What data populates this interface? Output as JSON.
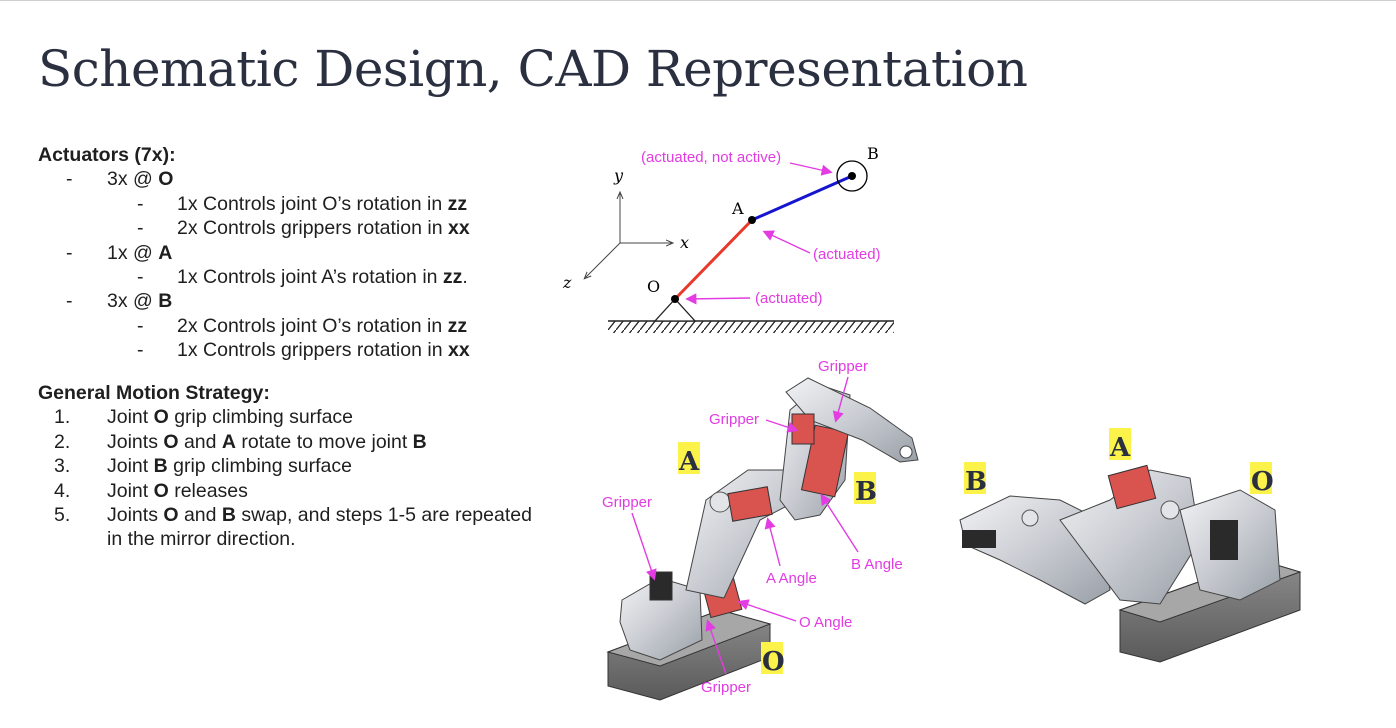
{
  "title": "Schematic Design, CAD Representation",
  "actuators": {
    "heading": "Actuators (7x):",
    "groups": [
      {
        "prefix": "3x @ ",
        "joint": "O",
        "subs": [
          {
            "text": "1x Controls joint O’s rotation in ",
            "axis": "zz",
            "suffix": ""
          },
          {
            "text": "2x Controls grippers rotation in ",
            "axis": "xx",
            "suffix": ""
          }
        ]
      },
      {
        "prefix": "1x @ ",
        "joint": "A",
        "subs": [
          {
            "text": "1x Controls joint A’s rotation in ",
            "axis": "zz",
            "suffix": "."
          }
        ]
      },
      {
        "prefix": "3x @ ",
        "joint": "B",
        "subs": [
          {
            "text": "2x Controls joint O’s rotation in ",
            "axis": "zz",
            "suffix": ""
          },
          {
            "text": "1x Controls grippers rotation in ",
            "axis": "xx",
            "suffix": ""
          }
        ]
      }
    ]
  },
  "motion": {
    "heading": "General Motion Strategy:",
    "steps": [
      {
        "num": "1.",
        "parts": [
          "Joint ",
          "O",
          " grip climbing surface"
        ]
      },
      {
        "num": "2.",
        "parts": [
          "Joints ",
          "O",
          " and ",
          "A",
          " rotate to move joint ",
          "B"
        ]
      },
      {
        "num": "3.",
        "parts": [
          "Joint ",
          "B",
          " grip climbing surface"
        ]
      },
      {
        "num": "4.",
        "parts": [
          "Joint ",
          "O",
          " releases"
        ]
      },
      {
        "num": "5.",
        "parts": [
          "Joints ",
          "O",
          " and ",
          "B",
          " swap, and steps 1-5 are repeated"
        ],
        "cont": "in the mirror direction."
      }
    ]
  },
  "schematic": {
    "axis_y": "y",
    "axis_x": "x",
    "axis_z": "z",
    "point_o": "O",
    "point_a": "A",
    "point_b": "B",
    "note_b": "(actuated, not active)",
    "note_a": "(actuated)",
    "note_o": "(actuated)",
    "color_link_oa": "#e8392b",
    "color_link_ab": "#1515d0",
    "color_note": "#e23ce2"
  },
  "cad": {
    "gripper": "Gripper",
    "a_angle": "A Angle",
    "b_angle": "B Angle",
    "o_angle": "O Angle",
    "joint_a": "A",
    "joint_b": "B",
    "joint_o": "O",
    "highlight_color": "#fbf34a",
    "servo_color": "#d9534f"
  },
  "bullet": "-"
}
